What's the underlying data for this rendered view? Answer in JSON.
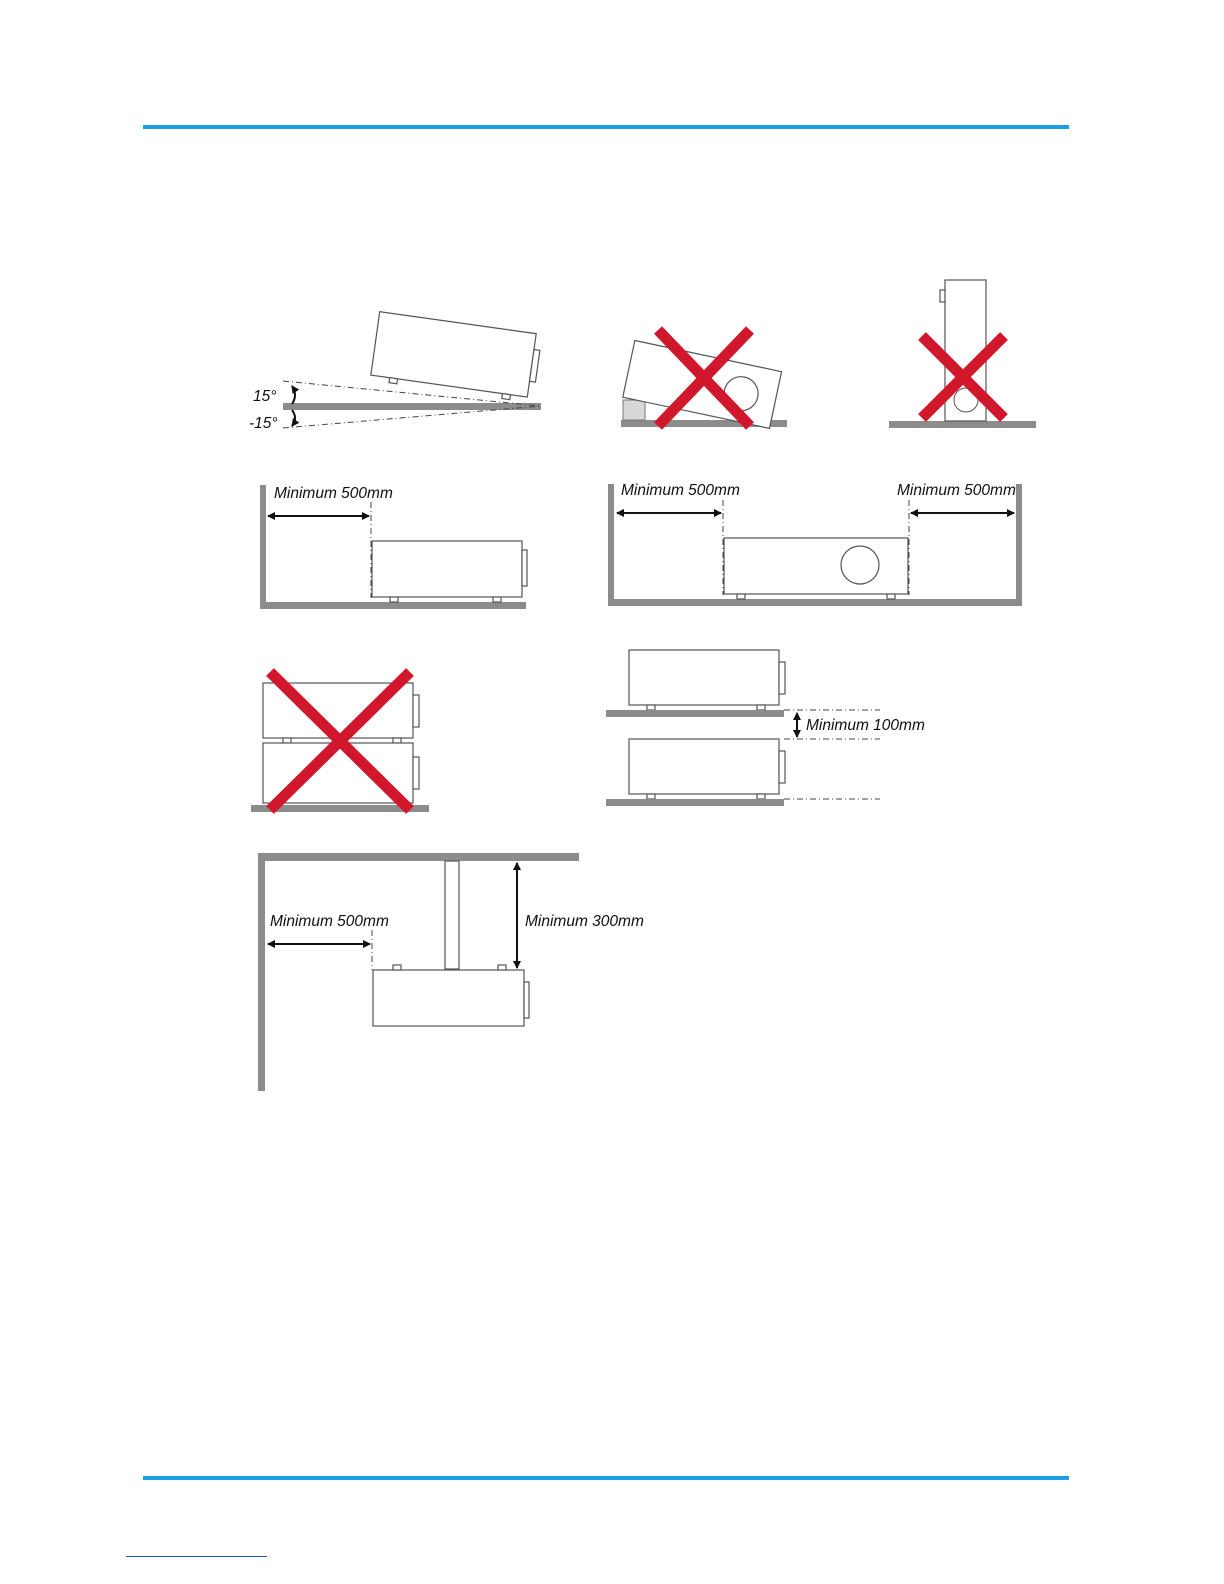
{
  "diagram": {
    "tilt": {
      "up_label": "15°",
      "down_label": "-15°"
    },
    "clearance_side": {
      "label": "Minimum 500mm"
    },
    "clearance_both": {
      "left_label": "Minimum 500mm",
      "right_label": "Minimum 500mm"
    },
    "stack_spacing": {
      "label": "Minimum 100mm"
    },
    "ceiling_mount": {
      "wall_label": "Minimum 500mm",
      "ceiling_label": "Minimum 300mm"
    }
  },
  "colors": {
    "rule": "#1a9ee6",
    "prohibited_mark": "#d0172c",
    "floor": "#8c8c8c"
  }
}
